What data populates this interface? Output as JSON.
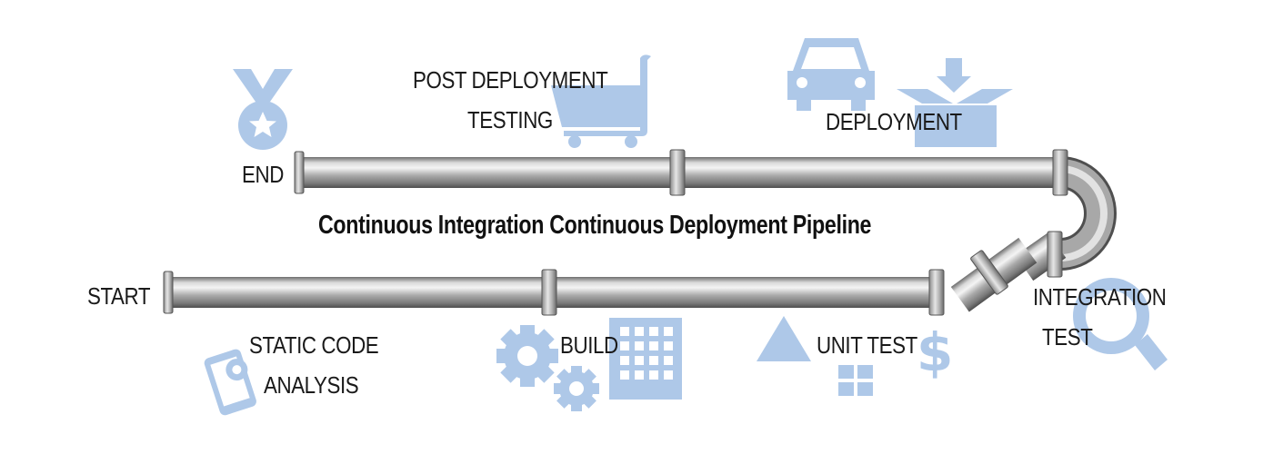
{
  "title": "Continuous Integration Continuous Deployment Pipeline",
  "stages": {
    "start": "START",
    "static_code_analysis": [
      "STATIC CODE",
      "ANALYSIS"
    ],
    "build": "BUILD",
    "unit_test": "UNIT TEST",
    "integration_test": [
      "INTEGRATION",
      "TEST"
    ],
    "deployment": "DEPLOYMENT",
    "post_deployment_testing": [
      "POST DEPLOYMENT",
      "TESTING"
    ],
    "end": "END"
  },
  "icons": {
    "static_code_analysis": "phone-gear-icon",
    "build": [
      "gears-icon",
      "building-icon"
    ],
    "unit_test": [
      "triangle-icon",
      "grid-icon",
      "dollar-icon"
    ],
    "integration_test": "magnifier-icon",
    "deployment": [
      "car-icon",
      "box-download-icon"
    ],
    "post_deployment_testing": "cart-icon",
    "end": "medal-icon"
  },
  "colors": {
    "icon": "#aec8e8",
    "text": "#1a1a1a",
    "pipe": "#b5b5b5"
  }
}
